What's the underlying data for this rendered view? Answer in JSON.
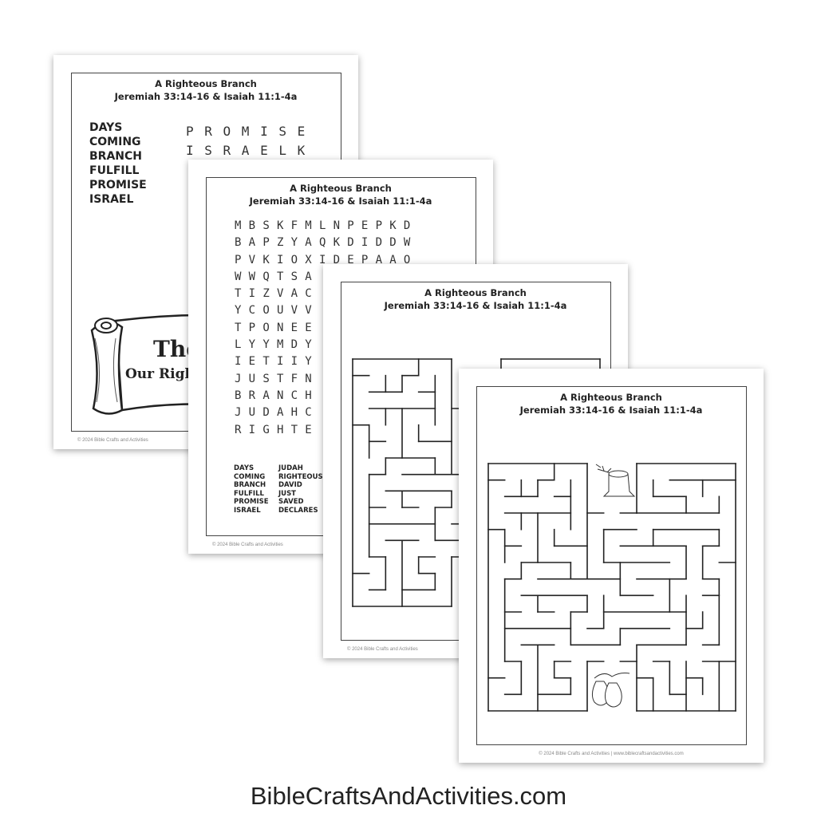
{
  "worksheet": {
    "title": "A Righteous Branch",
    "subtitle": "Jeremiah 33:14-16 & Isaiah 11:1-4a",
    "footer_short": "© 2024 Bible Crafts and Activities",
    "footer_full": "© 2024 Bible Crafts and Activities | www.biblecraftsandactivities.com"
  },
  "page1": {
    "words": [
      "DAYS",
      "COMING",
      "BRANCH",
      "FULFILL",
      "PROMISE",
      "ISRAEL"
    ],
    "letter_rows": [
      "P R O M I S E",
      "I S R A E L K"
    ],
    "banner_line1": "The",
    "banner_line2": "Our Righ"
  },
  "page2": {
    "grid_rows": [
      "M B S K F M L N P E P K D",
      "B A P Z Y A Q K D I D D W",
      "P V K I O X I D E P A A O",
      "W W Q T S A",
      "T I Z V A C",
      "Y C O U V V",
      "T P O N E E",
      "L Y Y M D Y",
      "I E T I I Y",
      "J U S T F N",
      "B R A N C H",
      "J U D A H C",
      "R I G H T E"
    ],
    "words_col1": [
      "DAYS",
      "COMING",
      "BRANCH",
      "FULFILL",
      "PROMISE",
      "ISRAEL"
    ],
    "words_col2": [
      "JUDAH",
      "RIGHTEOUS",
      "DAVID",
      "JUST",
      "SAVED",
      "DECLARES"
    ]
  },
  "brand": "BibleCraftsAndActivities.com"
}
